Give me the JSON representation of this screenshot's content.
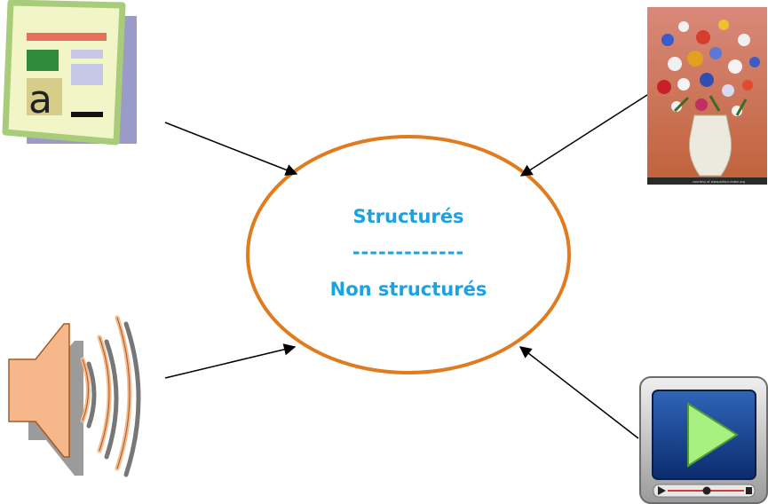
{
  "diagram": {
    "center": {
      "line1": "Structurés",
      "separator": "-------------",
      "line2": "Non structurés",
      "text_color": "#1aa3e0",
      "border_color": "#e07b1f"
    },
    "nodes": [
      {
        "icon": "text-document-icon"
      },
      {
        "icon": "flower-painting-image-icon",
        "caption": "courtesy of www.odilon-redon.org"
      },
      {
        "icon": "speaker-audio-icon"
      },
      {
        "icon": "video-player-icon"
      }
    ],
    "arrow_color": "#000000"
  }
}
